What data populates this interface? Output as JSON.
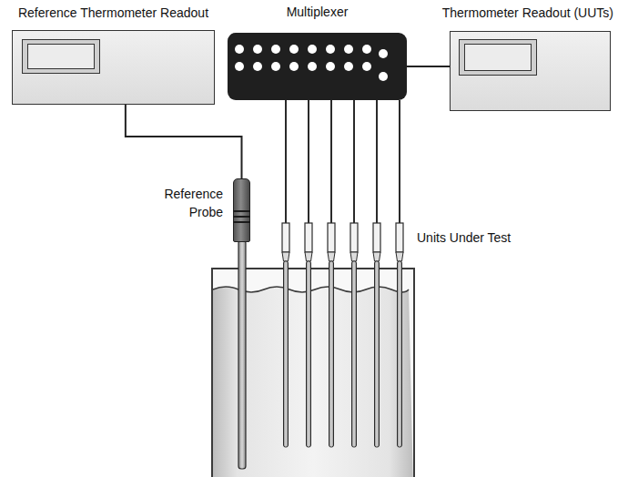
{
  "diagram": {
    "nodes": [
      {
        "text": [
          "Reference Thermometer Readout"
        ]
      },
      {
        "text": [
          "Multiplexer"
        ]
      },
      {
        "text": [
          "Thermometer Readout (UUTs)"
        ]
      },
      {
        "text": [
          "Reference Probe"
        ]
      }
    ],
    "edges": [
      {
        "from": 0,
        "to": 3,
        "arrow": "none"
      },
      {
        "from": 1,
        "to": 2,
        "arrow": "none"
      }
    ],
    "labels": [
      "Units Under Test"
    ]
  }
}
